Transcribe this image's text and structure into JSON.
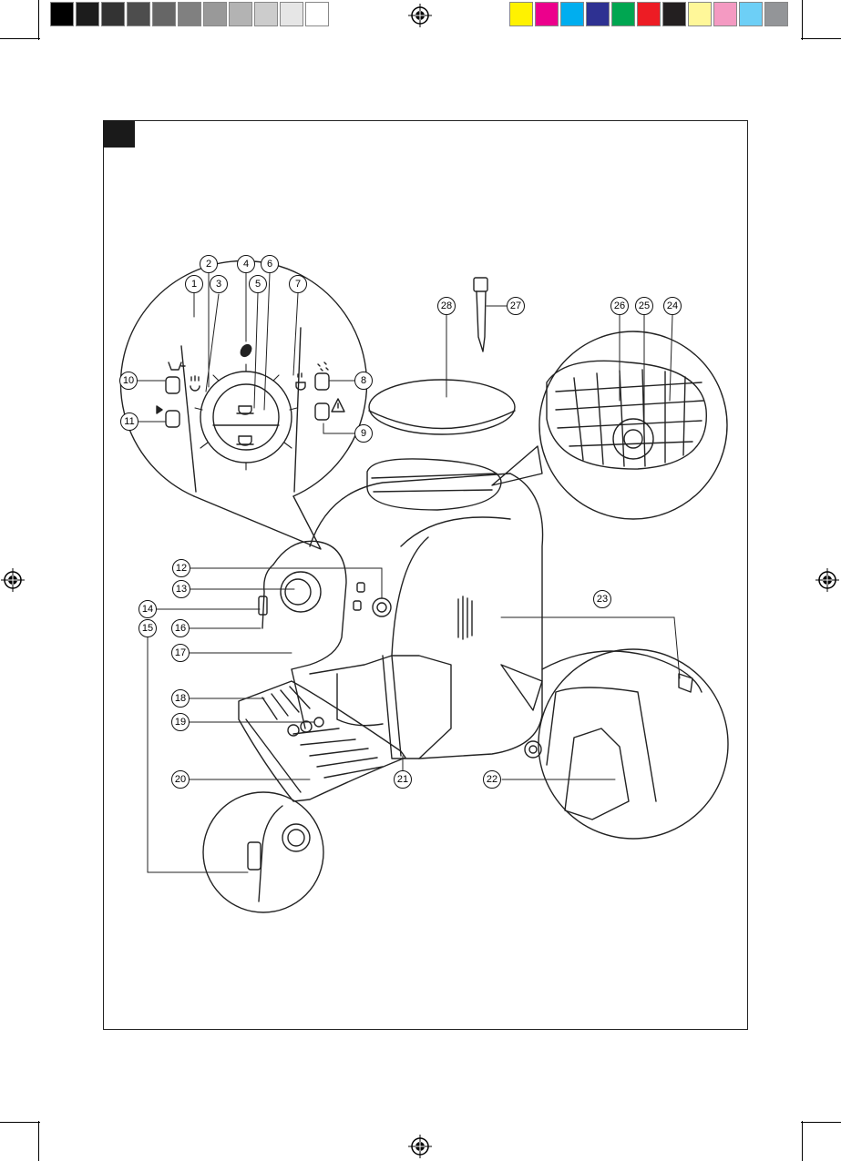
{
  "color_bar": {
    "grayscale": [
      "#000000",
      "#1c1c1c",
      "#333333",
      "#4d4d4d",
      "#666666",
      "#808080",
      "#999999",
      "#b3b3b3",
      "#cccccc",
      "#e6e6e6",
      "#ffffff"
    ],
    "process": [
      "#fff200",
      "#ec008c",
      "#00aeef",
      "#2e3192",
      "#00a651",
      "#ed1c24",
      "#231f20",
      "#fff799",
      "#f49ac2",
      "#6dcff6",
      "#939598"
    ]
  },
  "callouts": [
    {
      "id": "c1",
      "label": "1"
    },
    {
      "id": "c2",
      "label": "2"
    },
    {
      "id": "c3",
      "label": "3"
    },
    {
      "id": "c4",
      "label": "4"
    },
    {
      "id": "c5",
      "label": "5"
    },
    {
      "id": "c6",
      "label": "6"
    },
    {
      "id": "c7",
      "label": "7"
    },
    {
      "id": "c8",
      "label": "8"
    },
    {
      "id": "c9",
      "label": "9"
    },
    {
      "id": "c10",
      "label": "10"
    },
    {
      "id": "c11",
      "label": "11"
    },
    {
      "id": "c12",
      "label": "12"
    },
    {
      "id": "c13",
      "label": "13"
    },
    {
      "id": "c14",
      "label": "14"
    },
    {
      "id": "c15",
      "label": "15"
    },
    {
      "id": "c16",
      "label": "16"
    },
    {
      "id": "c17",
      "label": "17"
    },
    {
      "id": "c18",
      "label": "18"
    },
    {
      "id": "c19",
      "label": "19"
    },
    {
      "id": "c20",
      "label": "20"
    },
    {
      "id": "c21",
      "label": "21"
    },
    {
      "id": "c22",
      "label": "22"
    },
    {
      "id": "c23",
      "label": "23"
    },
    {
      "id": "c24",
      "label": "24"
    },
    {
      "id": "c25",
      "label": "25"
    },
    {
      "id": "c26",
      "label": "26"
    },
    {
      "id": "c27",
      "label": "27"
    },
    {
      "id": "c28",
      "label": "28"
    }
  ],
  "icons": [
    "coffee-bean-icon",
    "hot-water-icon",
    "cup-icon",
    "steam-icon",
    "descale-icon",
    "warning-icon",
    "power-icon",
    "coffee-grounds-icon",
    "registration-mark-icon"
  ]
}
